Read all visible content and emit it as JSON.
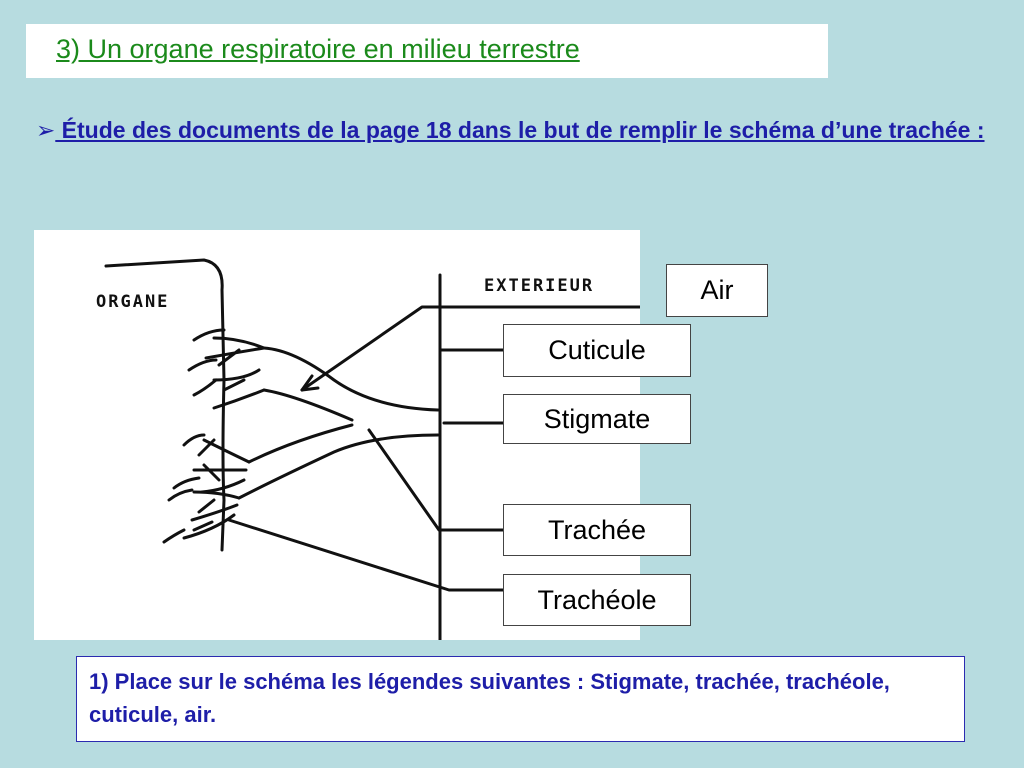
{
  "title": "3) Un organe respiratoire en milieu terrestre",
  "subtitle": {
    "arrow": "➢",
    "text": " Étude des documents de la page 18 dans le but de remplir le schéma d’une trachée :"
  },
  "diagram": {
    "organ_label": "ORGANE",
    "exterior_label": "EXTERIEUR"
  },
  "labels": {
    "air": "Air",
    "cuticule": "Cuticule",
    "stigmate": "Stigmate",
    "trachee": "Trachée",
    "tracheole": "Trachéole"
  },
  "instruction": "1) Place sur le schéma les légendes suivantes : Stigmate, trachée, trachéole, cuticule, air."
}
